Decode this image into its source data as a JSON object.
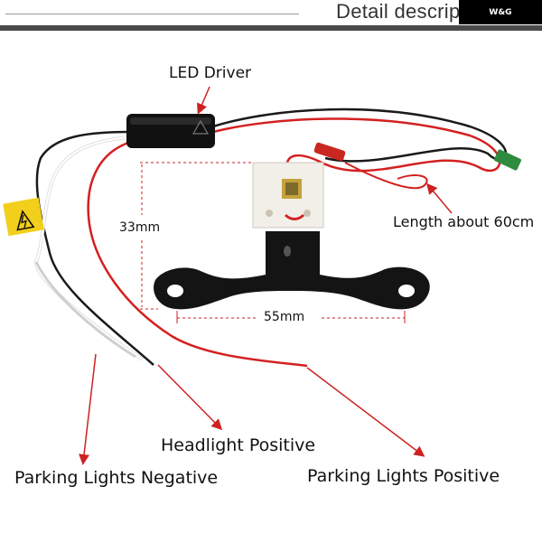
{
  "header": {
    "title": "Detail descrip",
    "brand": "W&G"
  },
  "labels": {
    "led_driver": "LED Driver",
    "length": "Length about 60cm",
    "height_dim": "33mm",
    "width_dim": "55mm",
    "headlight_positive": "Headlight Positive",
    "parking_negative": "Parking Lights Negative",
    "parking_positive": "Parking Lights Positive"
  },
  "colors": {
    "wire_red": "#d42020",
    "wire_black": "#1a1a1a",
    "wire_white": "#f4f4f4",
    "bracket": "#141414",
    "warning_yellow": "#f2cf1a",
    "tag_green": "#2e8b3e",
    "dimension_red": "#cc2222"
  },
  "icons": {
    "warning": "high-voltage-warning-icon",
    "driver_triangle": "warning-triangle-icon"
  }
}
